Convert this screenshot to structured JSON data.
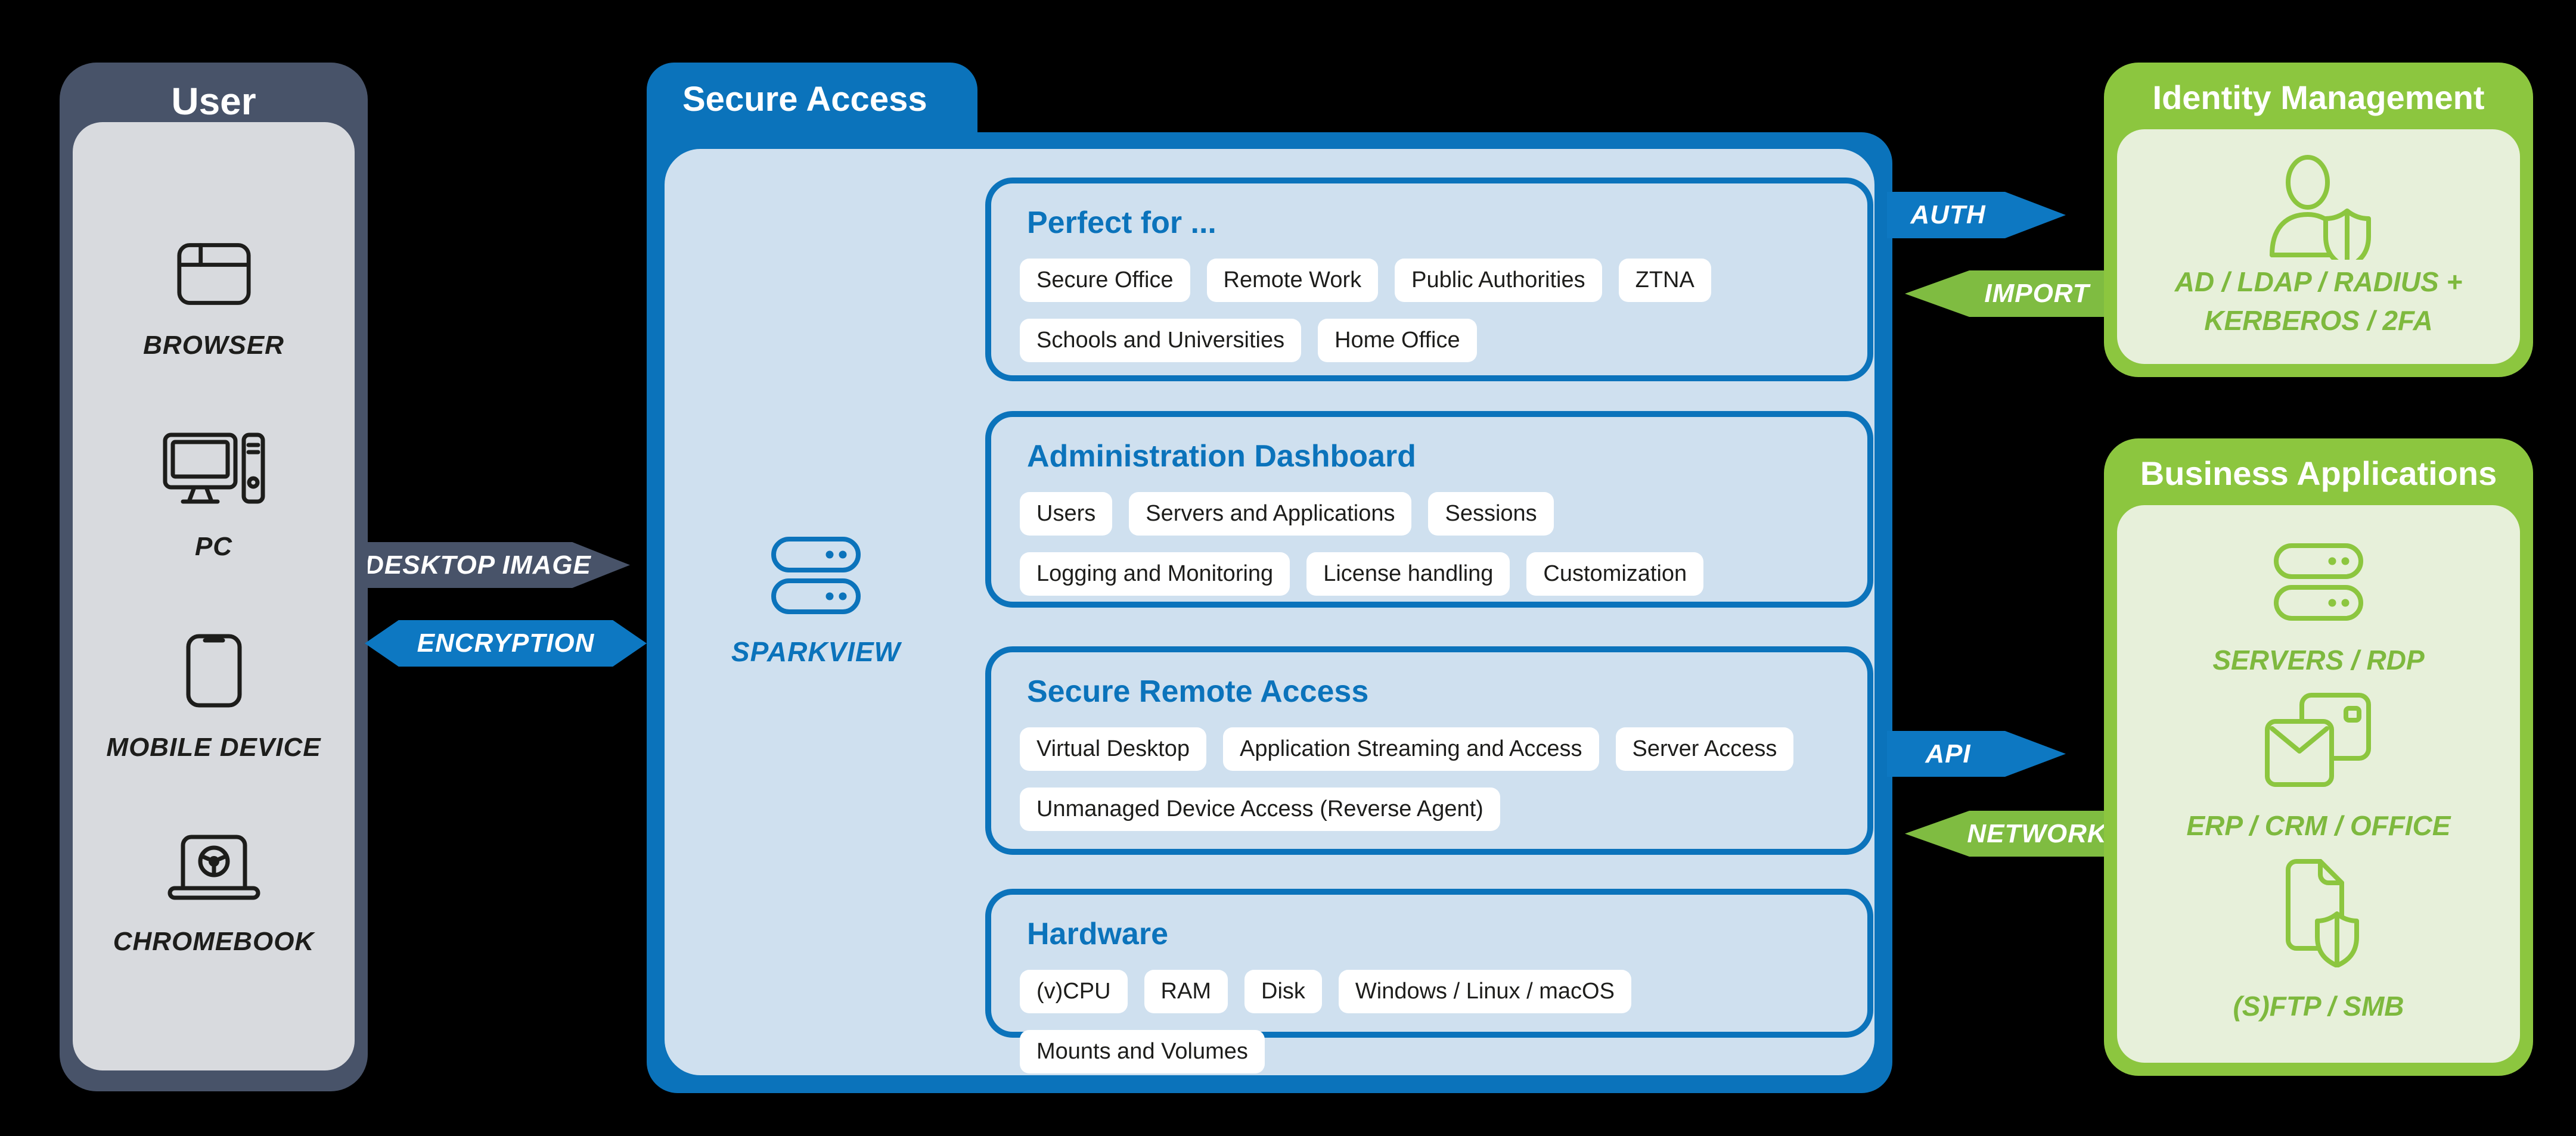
{
  "colors": {
    "background": "#000000",
    "slate": "#485369",
    "light_gray": "#d8dade",
    "brand_blue": "#0b73bb",
    "arrow_blue": "#0d78c2",
    "light_blue": "#cfe0ef",
    "green": "#8cc63f",
    "arrow_green": "#7fbc41",
    "light_green": "#e7f0da",
    "caption_green": "#7eb93e",
    "chip_bg": "#ffffff",
    "text_dark": "#1d1d1b"
  },
  "user_panel": {
    "title": "User",
    "devices": [
      {
        "icon": "browser-icon",
        "label": "BROWSER"
      },
      {
        "icon": "pc-icon",
        "label": "PC"
      },
      {
        "icon": "mobile-device-icon",
        "label": "MOBILE DEVICE"
      },
      {
        "icon": "chromebook-icon",
        "label": "CHROMEBOOK"
      }
    ]
  },
  "left_flows": {
    "desktop_image": "DESKTOP IMAGE",
    "encryption": "ENCRYPTION"
  },
  "secure_access": {
    "tab_label": "Secure Access",
    "product_label": "SPARKVIEW",
    "product_icon": "server-stack-icon",
    "sections": [
      {
        "title": "Perfect for ...",
        "chips": [
          "Secure Office",
          "Remote Work",
          "Public Authorities",
          "ZTNA",
          "Schools and Universities",
          "Home Office"
        ]
      },
      {
        "title": "Administration Dashboard",
        "chips": [
          "Users",
          "Servers and Applications",
          "Sessions",
          "Logging and Monitoring",
          "License handling",
          "Customization"
        ]
      },
      {
        "title": "Secure Remote Access",
        "chips": [
          "Virtual Desktop",
          "Application Streaming and Access",
          "Server Access",
          "Unmanaged Device Access (Reverse Agent)"
        ]
      },
      {
        "title": "Hardware",
        "chips": [
          "(v)CPU",
          "RAM",
          "Disk",
          "Windows / Linux / macOS",
          "Mounts and Volumes"
        ]
      }
    ]
  },
  "right_flows": {
    "auth": "AUTH",
    "import": "IMPORT",
    "api": "API",
    "network": "NETWORK"
  },
  "identity_management": {
    "title": "Identity Management",
    "icon": "user-shield-icon",
    "caption_line1": "AD / LDAP / RADIUS +",
    "caption_line2": "KERBEROS / 2FA"
  },
  "business_applications": {
    "title": "Business Applications",
    "items": [
      {
        "icon": "server-stack-icon",
        "label": "SERVERS / RDP"
      },
      {
        "icon": "mail-card-icon",
        "label": "ERP / CRM / OFFICE"
      },
      {
        "icon": "file-shield-icon",
        "label": "(S)FTP / SMB"
      }
    ]
  }
}
